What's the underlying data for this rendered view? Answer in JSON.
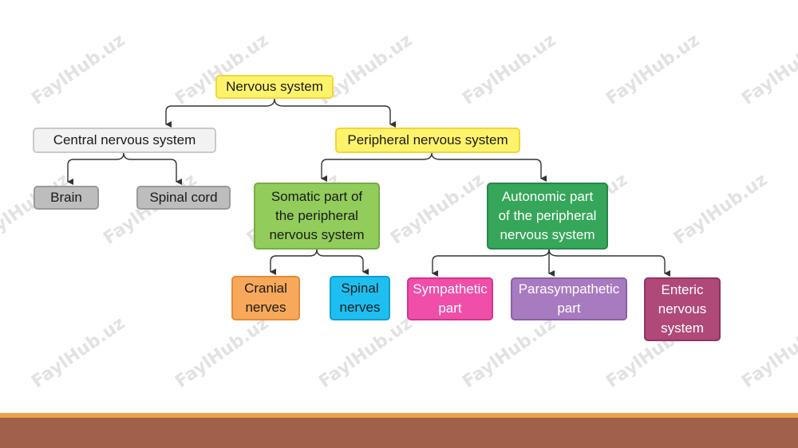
{
  "watermark": "FaylHub.uz",
  "nodes": {
    "nervous_system": "Nervous system",
    "central": "Central nervous system",
    "peripheral": "Peripheral nervous system",
    "brain": "Brain",
    "spinal_cord": "Spinal cord",
    "somatic": "Somatic part of\nthe peripheral\nnervous system",
    "autonomic": "Autonomic part\nof the peripheral\nnervous system",
    "cranial": "Cranial\nnerves",
    "spinal_nerves": "Spinal\nnerves",
    "sympathetic": "Sympathetic\npart",
    "parasympathetic": "Parasympathetic\npart",
    "enteric": "Enteric\nnervous\nsystem"
  },
  "colors": {
    "yellow": "#fff36b",
    "light_gray": "#f2f2f2",
    "gray": "#bdbdbd",
    "light_green": "#92cd5c",
    "dark_green": "#36a65a",
    "orange": "#f7a85a",
    "cyan": "#1ebff0",
    "pink": "#ef4fa8",
    "purple": "#a87ac0",
    "maroon": "#b04978",
    "footer_stripe": "#eaa34a",
    "footer_bar": "#a0604a"
  }
}
